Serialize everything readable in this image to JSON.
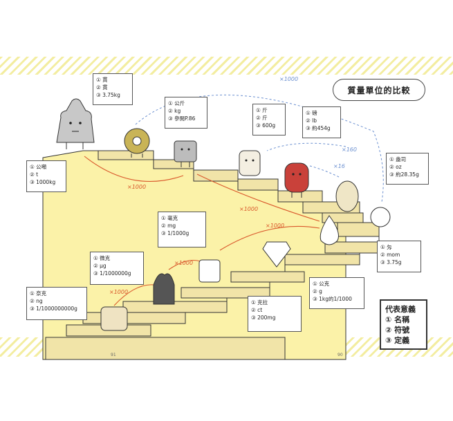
{
  "title": "質量單位的比較",
  "legend": {
    "heading": "代表意義",
    "items": [
      "① 名稱",
      "② 符號",
      "③ 定義"
    ]
  },
  "units": [
    {
      "id": "guan",
      "lines": [
        "① 貫",
        "② 貫",
        "③ 3.75kg"
      ]
    },
    {
      "id": "kilogram",
      "lines": [
        "① 公斤",
        "② kg",
        "③ 參閱P.86"
      ]
    },
    {
      "id": "jin",
      "lines": [
        "① 斤",
        "② 斤",
        "③ 600g"
      ]
    },
    {
      "id": "pound",
      "lines": [
        "① 磅",
        "② lb",
        "③ 約454g"
      ]
    },
    {
      "id": "tonne",
      "lines": [
        "① 公噸",
        "② t",
        "③ 1000kg"
      ]
    },
    {
      "id": "ounce",
      "lines": [
        "① 盎司",
        "② oz",
        "③ 約28.35g"
      ]
    },
    {
      "id": "milligram",
      "lines": [
        "① 毫克",
        "② mg",
        "③ 1/1000g"
      ]
    },
    {
      "id": "microgram",
      "lines": [
        "① 微克",
        "② μg",
        "③ 1/1000000g"
      ]
    },
    {
      "id": "momme",
      "lines": [
        "① 匁",
        "② mom",
        "③ 3.75g"
      ]
    },
    {
      "id": "gram",
      "lines": [
        "① 公克",
        "② g",
        "③ 1kg的1/1000"
      ]
    },
    {
      "id": "carat",
      "lines": [
        "① 克拉",
        "② ct",
        "③ 200mg"
      ]
    },
    {
      "id": "nanogram",
      "lines": [
        "① 奈克",
        "② ng",
        "③ 1/1000000000g"
      ]
    }
  ],
  "multipliers": {
    "top_1000": "×1000",
    "kg_to_t": "×1000",
    "g_to_kg": "×1000",
    "mg_to_g": "×1000",
    "ug_to_mg": "×1000",
    "ng_to_ug": "×1000",
    "lb_to_jin": "×160",
    "oz_to_lb": "×16"
  },
  "page_numbers": {
    "left": "91",
    "right": "90"
  }
}
